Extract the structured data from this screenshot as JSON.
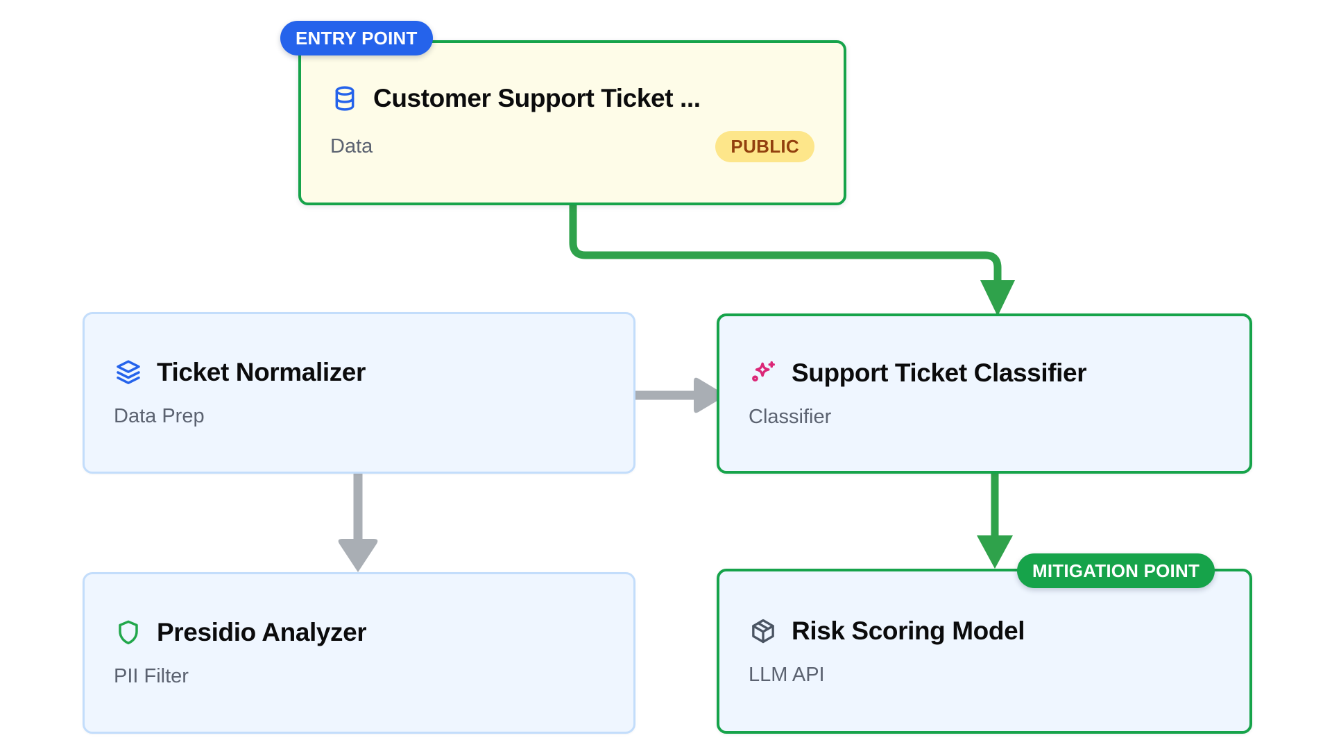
{
  "diagram": {
    "type": "pipeline-flow",
    "background": "#ffffff",
    "colors": {
      "entry_badge": "#2563EB",
      "mitigation_badge": "#16A34A",
      "flagged_border": "#16A34A",
      "plain_border": "#C3DDFB",
      "plain_fill": "#EFF6FF",
      "entry_fill": "#FEFCE8",
      "neutral_edge": "#A9AEB4",
      "flow_edge": "#2FA24B",
      "chip_public_bg": "#FDE68A",
      "chip_public_text": "#92400E"
    }
  },
  "nodes": [
    {
      "id": "customer-support-ticket",
      "title": "Customer Support Ticket ...",
      "subtitle": "Data",
      "icon": "database-icon",
      "icon_color": "#2563EB",
      "variant": "entry",
      "chip": "PUBLIC",
      "marker": "ENTRY POINT"
    },
    {
      "id": "ticket-normalizer",
      "title": "Ticket Normalizer",
      "subtitle": "Data Prep",
      "icon": "layers-icon",
      "icon_color": "#2563EB",
      "variant": "plain",
      "chip": null,
      "marker": null
    },
    {
      "id": "support-ticket-classifier",
      "title": "Support Ticket Classifier",
      "subtitle": "Classifier",
      "icon": "sparkles-icon",
      "icon_color": "#DB2777",
      "variant": "flagged",
      "chip": null,
      "marker": null
    },
    {
      "id": "presidio-analyzer",
      "title": "Presidio Analyzer",
      "subtitle": "PII Filter",
      "icon": "shield-icon",
      "icon_color": "#22A74B",
      "variant": "plain",
      "chip": null,
      "marker": null
    },
    {
      "id": "risk-scoring-model",
      "title": "Risk Scoring Model",
      "subtitle": "LLM API",
      "icon": "package-icon",
      "icon_color": "#4B5563",
      "variant": "flagged",
      "chip": null,
      "marker": "MITIGATION POINT"
    }
  ],
  "edges": [
    {
      "id": "entry-to-classifier",
      "from": "customer-support-ticket",
      "to": "support-ticket-classifier",
      "style": "flow"
    },
    {
      "id": "normalizer-to-classifier",
      "from": "ticket-normalizer",
      "to": "support-ticket-classifier",
      "style": "neutral"
    },
    {
      "id": "normalizer-to-presidio",
      "from": "ticket-normalizer",
      "to": "presidio-analyzer",
      "style": "neutral"
    },
    {
      "id": "classifier-to-risk",
      "from": "support-ticket-classifier",
      "to": "risk-scoring-model",
      "style": "flow"
    }
  ]
}
